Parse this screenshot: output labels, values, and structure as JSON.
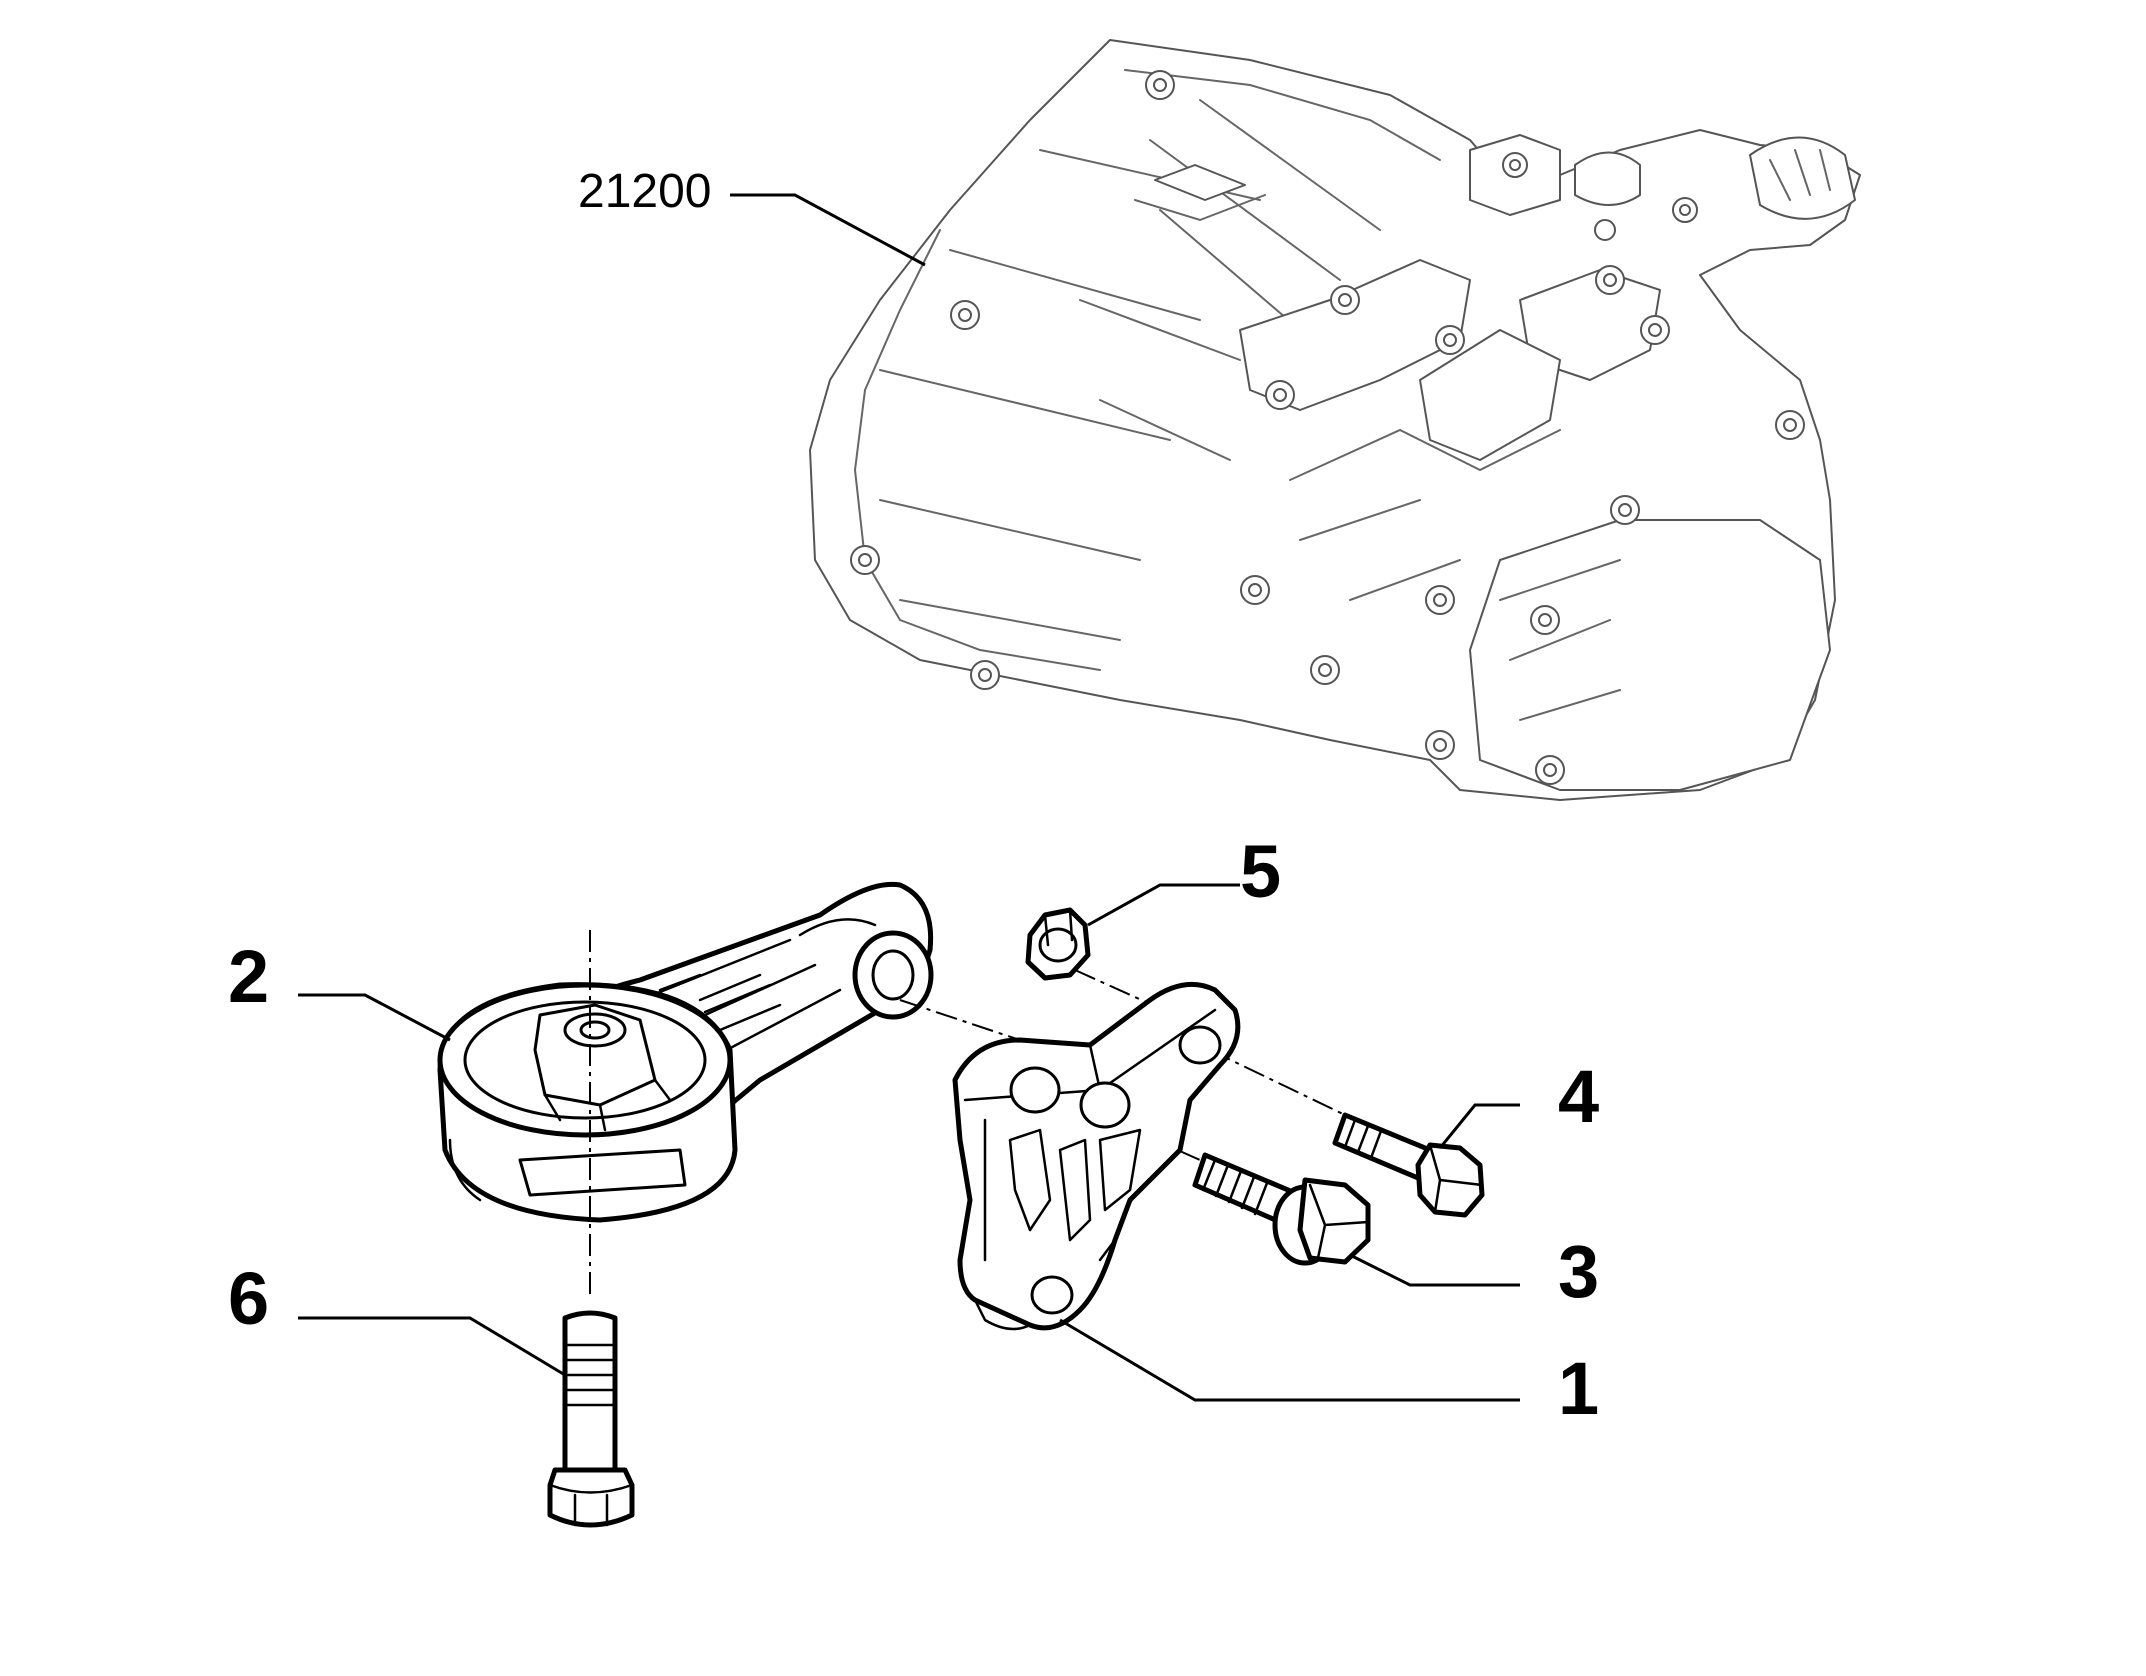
{
  "callouts": {
    "gearbox": "21200",
    "bracket": "1",
    "mount": "2",
    "flange_bolt": "3",
    "bolt": "4",
    "nut": "5",
    "long_bolt": "6"
  }
}
